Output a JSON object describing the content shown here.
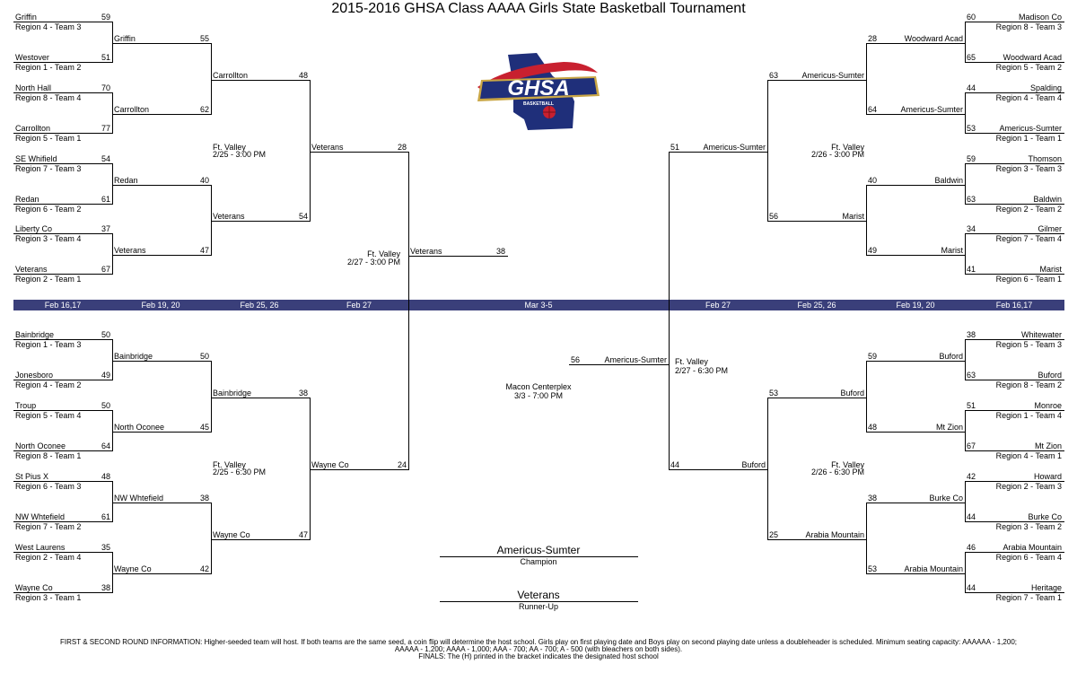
{
  "title": "2015-2016 GHSA Class AAAA Girls State Basketball Tournament",
  "logo": {
    "text": "GHSA",
    "subtext": "BASKETBALL",
    "icon": "ghsa-georgia-map-logo"
  },
  "dates": [
    "Feb 16,17",
    "Feb 19, 20",
    "Feb 25, 26",
    "Feb 27",
    "Mar 3-5",
    "Feb 27",
    "Feb 25, 26",
    "Feb 19, 20",
    "Feb 16,17"
  ],
  "colors": {
    "datebar": "#3a3f7a",
    "logo_blue": "#1f2f7a",
    "logo_red": "#c8202f",
    "logo_gold": "#c9a645"
  },
  "left_top": {
    "r1": [
      {
        "name": "Griffin",
        "region": "Region 4 - Team 3",
        "score": "59"
      },
      {
        "name": "Westover",
        "region": "Region 1 - Team 2",
        "score": "51"
      },
      {
        "name": "North Hall",
        "region": "Region 8 - Team 4",
        "score": "70"
      },
      {
        "name": "Carrollton",
        "region": "Region 5 - Team 1",
        "score": "77"
      },
      {
        "name": "SE Whifield",
        "region": "Region 7 - Team 3",
        "score": "54"
      },
      {
        "name": "Redan",
        "region": "Region 6 - Team 2",
        "score": "61"
      },
      {
        "name": "Liberty Co",
        "region": "Region 3 - Team 4",
        "score": "37"
      },
      {
        "name": "Veterans",
        "region": "Region 2 - Team 1",
        "score": "67"
      }
    ],
    "r2": [
      {
        "name": "Griffin",
        "score": "55"
      },
      {
        "name": "Carrollton",
        "score": "62"
      },
      {
        "name": "Redan",
        "score": "40"
      },
      {
        "name": "Veterans",
        "score": "47"
      }
    ],
    "r3": [
      {
        "name": "Carrollton",
        "score": "48"
      },
      {
        "name": "Veterans",
        "score": "54"
      }
    ],
    "r3_venue": [
      "Ft. Valley",
      "2/25 - 3:00 PM"
    ],
    "r4": {
      "name": "Veterans",
      "score": "28"
    },
    "r4_venue": [
      "Ft. Valley",
      "2/27 - 3:00 PM"
    ],
    "semi": {
      "name": "Veterans",
      "score": "38"
    }
  },
  "left_bottom": {
    "r1": [
      {
        "name": "Bainbridge",
        "region": "Region 1 - Team 3",
        "score": "50"
      },
      {
        "name": "Jonesboro",
        "region": "Region 4 - Team 2",
        "score": "49"
      },
      {
        "name": "Troup",
        "region": "Region 5 - Team 4",
        "score": "50"
      },
      {
        "name": "North Oconee",
        "region": "Region 8 - Team 1",
        "score": "64"
      },
      {
        "name": "St Pius X",
        "region": "Region 6 - Team 3",
        "score": "48"
      },
      {
        "name": "NW Whtefield",
        "region": "Region 7 - Team 2",
        "score": "61"
      },
      {
        "name": "West Laurens",
        "region": "Region 2 - Team 4",
        "score": "35"
      },
      {
        "name": "Wayne Co",
        "region": "Region 3 - Team 1",
        "score": "38"
      }
    ],
    "r2": [
      {
        "name": "Bainbridge",
        "score": "50"
      },
      {
        "name": "North Oconee",
        "score": "45"
      },
      {
        "name": "NW Whtefield",
        "score": "38"
      },
      {
        "name": "Wayne Co",
        "score": "42"
      }
    ],
    "r3": [
      {
        "name": "Bainbridge",
        "score": "38"
      },
      {
        "name": "Wayne Co",
        "score": "47"
      }
    ],
    "r3_venue": [
      "Ft. Valley",
      "2/25 - 6:30 PM"
    ],
    "r4": {
      "name": "Wayne Co",
      "score": "24"
    }
  },
  "right_top": {
    "r1": [
      {
        "name": "Madison Co",
        "region": "Region 8 - Team 3",
        "score": "60"
      },
      {
        "name": "Woodward Acad",
        "region": "Region 5 - Team 2",
        "score": "65"
      },
      {
        "name": "Spalding",
        "region": "Region 4 - Team 4",
        "score": "44"
      },
      {
        "name": "Americus-Sumter",
        "region": "Region 1 - Team 1",
        "score": "53"
      },
      {
        "name": "Thomson",
        "region": "Region 3 - Team 3",
        "score": "59"
      },
      {
        "name": "Baldwin",
        "region": "Region 2 - Team 2",
        "score": "63"
      },
      {
        "name": "Gilmer",
        "region": "Region 7 - Team 4",
        "score": "34"
      },
      {
        "name": "Marist",
        "region": "Region 6 - Team 1",
        "score": "41"
      }
    ],
    "r2": [
      {
        "name": "Woodward Acad",
        "score": "28"
      },
      {
        "name": "Americus-Sumter",
        "score": "64"
      },
      {
        "name": "Baldwin",
        "score": "40"
      },
      {
        "name": "Marist",
        "score": "49"
      }
    ],
    "r3": [
      {
        "name": "Americus-Sumter",
        "score": "63"
      },
      {
        "name": "Marist",
        "score": "56"
      }
    ],
    "r3_venue": [
      "Ft. Valley",
      "2/26 - 3:00 PM"
    ],
    "r4": {
      "name": "Americus-Sumter",
      "score": "51"
    }
  },
  "right_bottom": {
    "r1": [
      {
        "name": "Whitewater",
        "region": "Region 5 - Team 3",
        "score": "38"
      },
      {
        "name": "Buford",
        "region": "Region 8 - Team 2",
        "score": "63"
      },
      {
        "name": "Monroe",
        "region": "Region 1 - Team 4",
        "score": "51"
      },
      {
        "name": "Mt Zion",
        "region": "Region 4 - Team 1",
        "score": "67"
      },
      {
        "name": "Howard",
        "region": "Region 2 - Team 3",
        "score": "42"
      },
      {
        "name": "Burke Co",
        "region": "Region 3 - Team 2",
        "score": "44"
      },
      {
        "name": "Arabia Mountain",
        "region": "Region 6 - Team 4",
        "score": "46"
      },
      {
        "name": "Heritage",
        "region": "Region 7 - Team 1",
        "score": "44"
      }
    ],
    "r2": [
      {
        "name": "Buford",
        "score": "59"
      },
      {
        "name": "Mt Zion",
        "score": "48"
      },
      {
        "name": "Burke Co",
        "score": "38"
      },
      {
        "name": "Arabia Mountain",
        "score": "53"
      }
    ],
    "r3": [
      {
        "name": "Buford",
        "score": "53"
      },
      {
        "name": "Arabia Mountain",
        "score": "25"
      }
    ],
    "r3_venue": [
      "Ft. Valley",
      "2/26 - 6:30 PM"
    ],
    "r4": {
      "name": "Buford",
      "score": "44"
    },
    "r4_venue": [
      "Ft. Valley",
      "2/27 - 6:30 PM"
    ],
    "semi": {
      "name": "Americus-Sumter",
      "score": "56"
    }
  },
  "finals_venue": [
    "Macon Centerplex",
    "3/3 - 7:00 PM"
  ],
  "champion": {
    "name": "Americus-Sumter",
    "label": "Champion"
  },
  "runner_up": {
    "name": "Veterans",
    "label": "Runner-Up"
  },
  "footnote": [
    "FIRST & SECOND ROUND INFORMATION: Higher-seeded team will host. If both teams are the same seed, a coin flip will determine the host school. Girls play on first playing date and Boys play on second playing date unless a doubleheader is scheduled. Minimum seating capacity: AAAAAA - 1,200;",
    "AAAAA - 1,200; AAAA - 1,000; AAA - 700; AA - 700; A - 500 (with bleachers on both sides).",
    "FINALS: The (H) printed in the bracket indicates the designated host school"
  ]
}
